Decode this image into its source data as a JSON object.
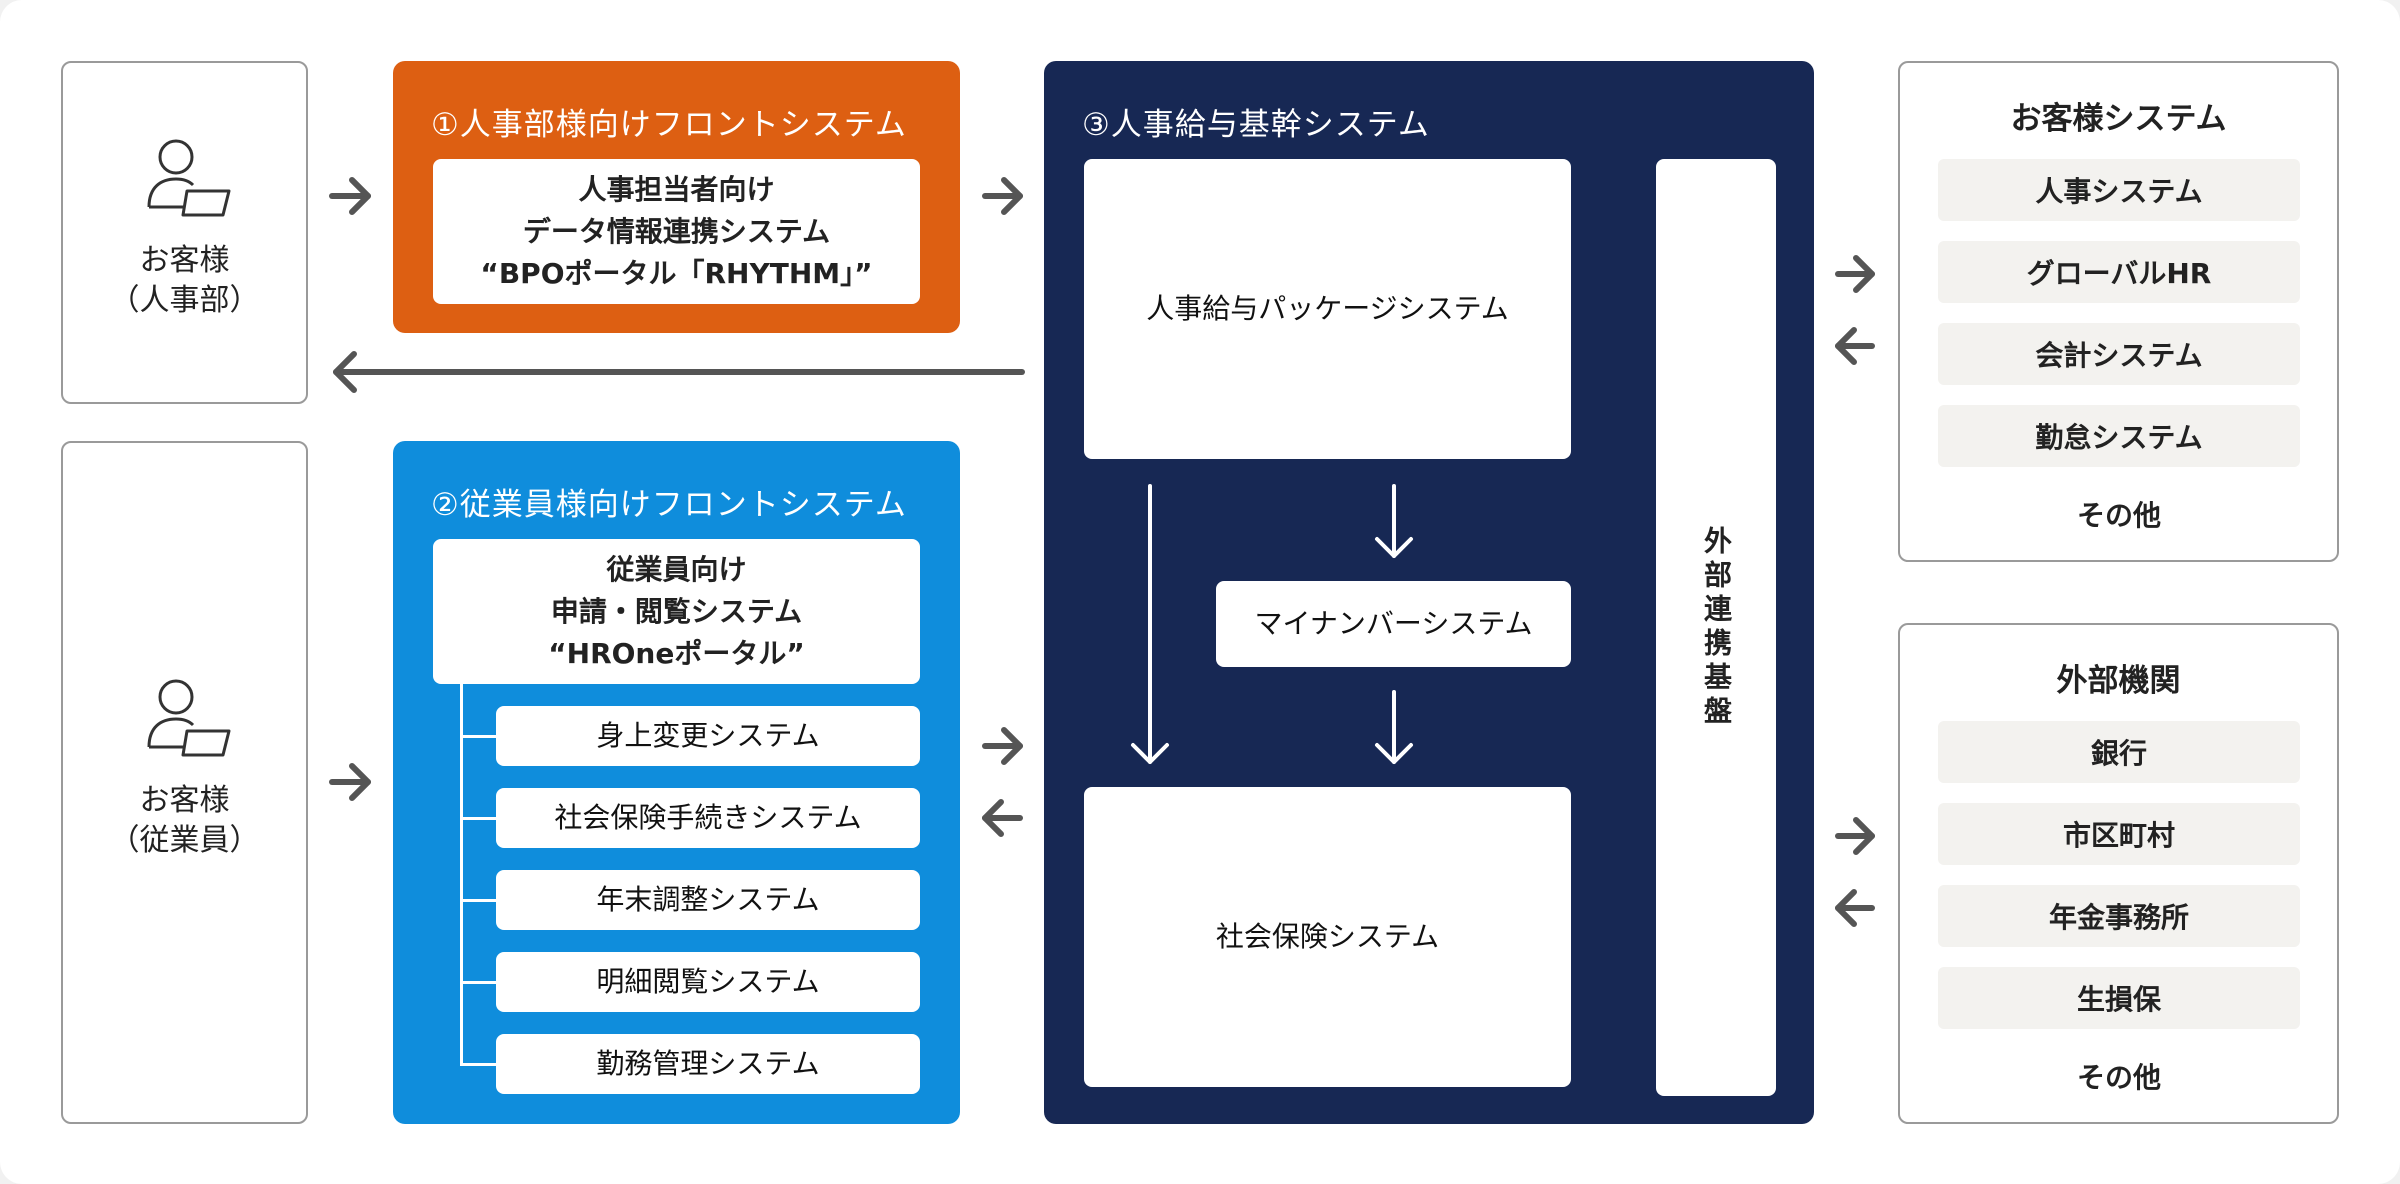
{
  "customers": {
    "hr": {
      "line1": "お客様",
      "line2": "（人事部）",
      "icon": "user-laptop-icon"
    },
    "employee": {
      "line1": "お客様",
      "line2": "（従業員）",
      "icon": "user-laptop-icon"
    }
  },
  "front_hr": {
    "title": "①人事部様向けフロントシステム",
    "box": {
      "line1": "人事担当者向け",
      "line2": "データ情報連携システム",
      "line3": "“BPOポータル「RHYTHM」”"
    },
    "color": "#dd5f12"
  },
  "front_employee": {
    "title": "②従業員様向けフロントシステム",
    "box": {
      "line1": "従業員向け",
      "line2": "申請・閲覧システム",
      "line3": "“HROneポータル”"
    },
    "subsystems": [
      "身上変更システム",
      "社会保険手続きシステム",
      "年末調整システム",
      "明細閲覧システム",
      "勤務管理システム"
    ],
    "color": "#0f8ddc"
  },
  "core": {
    "title": "③人事給与基幹システム",
    "package": "人事給与パッケージシステム",
    "mynumber": "マイナンバーシステム",
    "social": "社会保険システム",
    "integration": "外部連携基盤",
    "color": "#172854"
  },
  "customer_systems": {
    "title": "お客様システム",
    "items": [
      "人事システム",
      "グローバルHR",
      "会計システム",
      "勤怠システム"
    ],
    "other": "その他"
  },
  "external": {
    "title": "外部機関",
    "items": [
      "銀行",
      "市区町村",
      "年金事務所",
      "生損保"
    ],
    "other": "その他"
  },
  "colors": {
    "arrow_gray": "#555555",
    "panel_border": "#9a9a9a",
    "item_bg": "#f3f2ef"
  }
}
